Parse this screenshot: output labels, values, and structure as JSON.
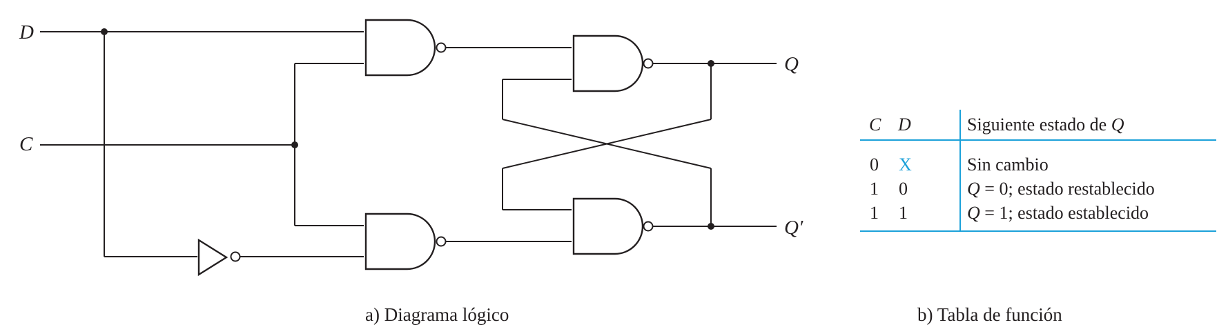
{
  "colors": {
    "line": "#231f20",
    "accent": "#1ba1d9"
  },
  "diagram": {
    "inputs": {
      "d": "D",
      "c": "C"
    },
    "outputs": {
      "q": "Q",
      "q_not": "Q′"
    },
    "caption": "a) Diagrama lógico",
    "components": [
      {
        "type": "nand-gate",
        "id": "g1"
      },
      {
        "type": "nand-gate",
        "id": "g2"
      },
      {
        "type": "nand-gate",
        "id": "g3"
      },
      {
        "type": "nand-gate",
        "id": "g4"
      },
      {
        "type": "inverter",
        "id": "inv"
      }
    ]
  },
  "table": {
    "headers": {
      "c": "C",
      "d": "D",
      "next_state_prefix": "Siguiente estado de ",
      "next_state_var": "Q"
    },
    "rows": [
      {
        "c": "0",
        "d": "X",
        "state_var": "",
        "state_text": "Sin cambio"
      },
      {
        "c": "1",
        "d": "0",
        "state_var": "Q",
        "state_text": " = 0; estado restablecido"
      },
      {
        "c": "1",
        "d": "1",
        "state_var": "Q",
        "state_text": " = 1; estado establecido"
      }
    ],
    "caption": "b) Tabla de función"
  }
}
